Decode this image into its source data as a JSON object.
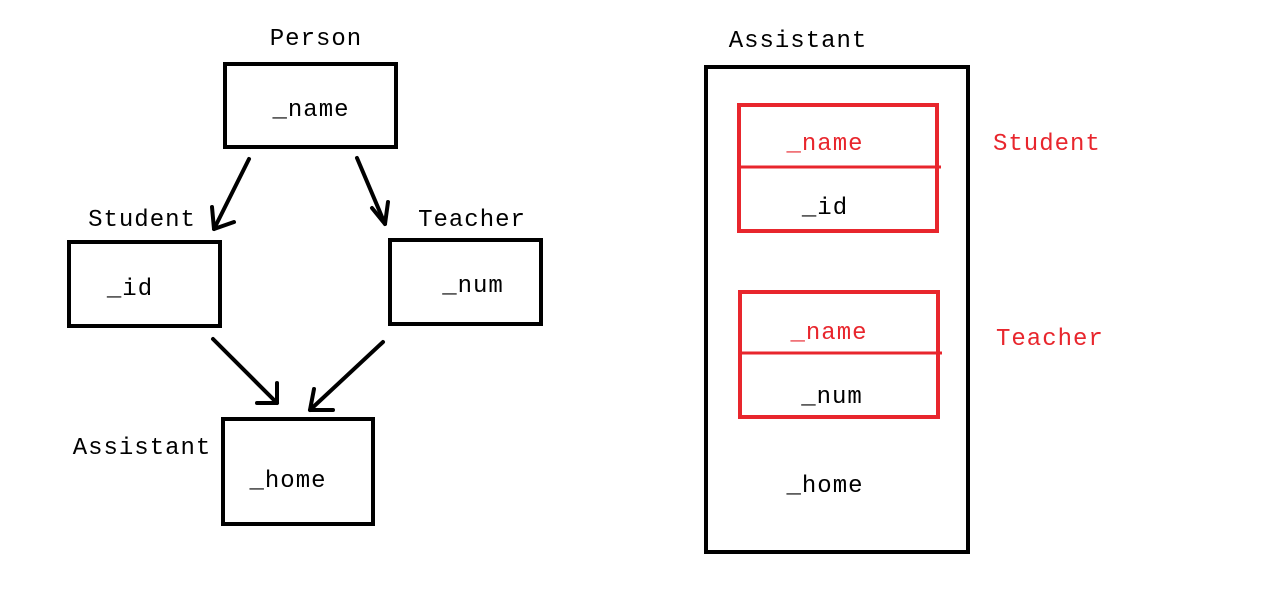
{
  "colors": {
    "ink": "#000000",
    "highlight": "#e8262d",
    "background": "#ffffff"
  },
  "hierarchy": {
    "person": {
      "title": "Person",
      "field": "_name"
    },
    "student": {
      "title": "Student",
      "field": "_id"
    },
    "teacher": {
      "title": "Teacher",
      "field": "_num"
    },
    "assistant": {
      "title": "Assistant",
      "field": "_home"
    }
  },
  "layout_view": {
    "title": "Assistant",
    "student_part": {
      "label": "Student",
      "inherited_field": "_name",
      "own_field": "_id"
    },
    "teacher_part": {
      "label": "Teacher",
      "inherited_field": "_name",
      "own_field": "_num"
    },
    "own_field": "_home"
  }
}
